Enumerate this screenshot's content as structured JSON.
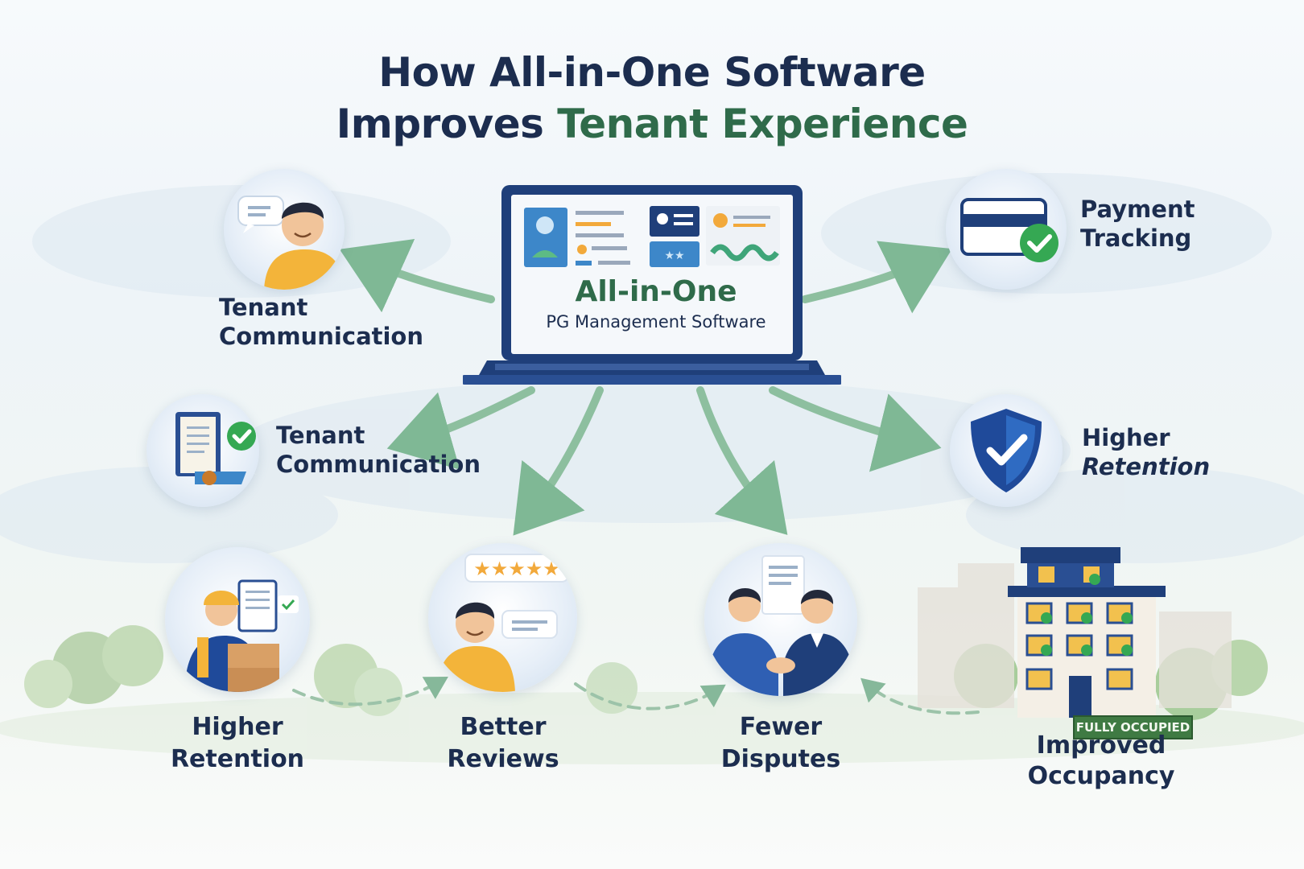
{
  "title": {
    "line1": "How All-in-One Software",
    "line2_prefix": "Improves ",
    "line2_accent": "Tenant Experience"
  },
  "center": {
    "product_name": "All-in-One",
    "product_subtitle": "PG Management Software"
  },
  "nodes": {
    "top_left": {
      "line1": "Tenant",
      "line2": "Communication",
      "icon": "chat-person-icon"
    },
    "mid_left": {
      "line1": "Tenant",
      "line2": "Communication",
      "icon": "document-check-icon"
    },
    "top_right": {
      "line1": "Payment",
      "line2": "Tracking",
      "icon": "payment-card-check-icon"
    },
    "mid_right": {
      "line1": "Higher",
      "line2": "Retention",
      "icon": "shield-check-icon"
    },
    "bottom_1": {
      "line1": "Higher",
      "line2": "Retention",
      "icon": "worker-delivery-icon"
    },
    "bottom_2": {
      "line1": "Better",
      "line2": "Reviews",
      "icon": "star-review-icon"
    },
    "bottom_3": {
      "line1": "Fewer",
      "line2": "Disputes",
      "icon": "handshake-icon"
    },
    "bottom_4": {
      "line1": "Improved",
      "line2": "Occupancy",
      "icon": "building-icon"
    }
  },
  "building_badge": "FULLY OCCUPIED",
  "colors": {
    "navy": "#1c2d4f",
    "accent_green": "#2f6b4a",
    "arrow_green": "#8dbf9f",
    "check_green": "#35a853",
    "laptop_blue": "#1f3f7a"
  }
}
